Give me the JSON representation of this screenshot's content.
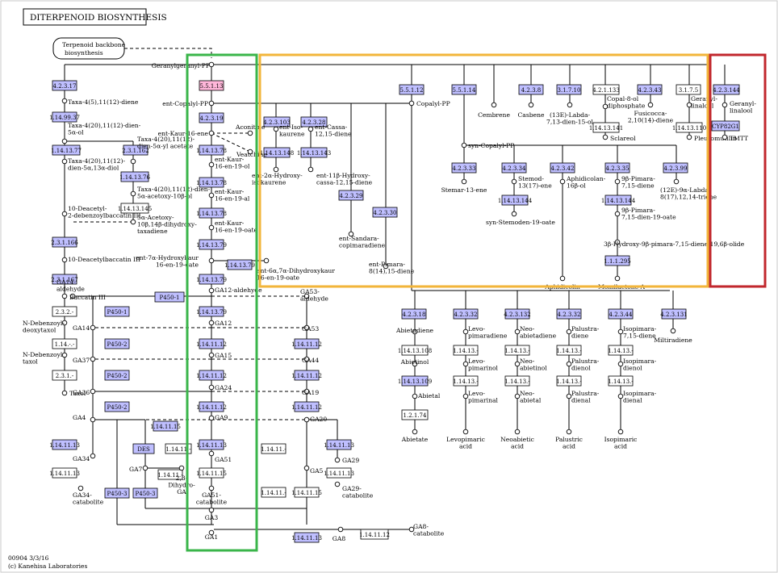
{
  "map": {
    "title": "DITERPENOID BIOSYNTHESIS",
    "map_id": "00904 3/3/16",
    "copyright": "(c) Kanehisa Laboratories",
    "colors": {
      "enzyme_fill": "#bfbfff",
      "enzyme_highlight_fill": "#ffb6d9",
      "enzyme_highlight_text": "#d0008a",
      "green_box": "#3ab54a",
      "orange_box": "#f2b53a",
      "red_box": "#c1272d"
    }
  },
  "pathway_links": {
    "terpenoid_backbone": [
      "Terpenoid backbone",
      "biosynthesis"
    ]
  },
  "compounds": {
    "ggpp": "Geranylgeranyl-PP",
    "ent_copalyl_pp": "ent-Copalyl-PP",
    "ent_kaur_ene": "ent-Kaur-16-ene",
    "aconitine": "Aconitine",
    "veatchine": "Veatchine",
    "ent_kaurenol": [
      "ent-Kaur-",
      "16-en-19-ol"
    ],
    "ent_kaurenal": [
      "ent-Kaur-",
      "16-en-19-al"
    ],
    "ent_kaurenoate": [
      "ent-Kaur-",
      "16-en-19-oate"
    ],
    "ent_7a_hydroxy": [
      "ent-7α-Hydroxykaur",
      "16-en-19-oate"
    ],
    "ent_6b7a": [
      "ent-6α,7α-Dihydroxykaur",
      "16-en-19-oate"
    ],
    "ga12_ald": "GA12-aldehyde",
    "ga12": "GA12",
    "ga15": "GA15",
    "ga24": "GA24",
    "ga9": "GA9",
    "ga53_ald": [
      "GA53-",
      "aldehyde"
    ],
    "ga53": "GA53",
    "ga44": "GA44",
    "ga19": "GA19",
    "ga20": "GA20",
    "ga14_ald": [
      "GA14-",
      "aldehyde"
    ],
    "ga14": "GA14",
    "ga37": "GA37",
    "ga36": "GA36",
    "ga4": "GA4",
    "ga34": "GA34",
    "ga34_cat": [
      "GA34-",
      "catabolite"
    ],
    "ga7": "GA7",
    "dihydro_ga": [
      "2,3-",
      "Dihydro-",
      "GA"
    ],
    "ga51": "GA51",
    "ga51_cat": [
      "GA51-",
      "catabolite"
    ],
    "ga3": "GA3",
    "ga1": "GA1",
    "ga5": "GA5",
    "ga29": "GA29",
    "ga29_cat": [
      "GA29-",
      "catabolite"
    ],
    "ga8": "GA8",
    "ga8_cat": [
      "GA8-",
      "catabolite"
    ],
    "taxadiene": "Taxa-4(5),11(12)-diene",
    "taxa_en_ol": [
      "Taxa-4(20),11(12)-dien-",
      "5α-ol"
    ],
    "taxa_diol": [
      "Taxa-4(20),11(12)-",
      "dien-5α,13α-diol"
    ],
    "taxa_acetate": [
      "Taxa-4(20),11(12)-",
      "dien-5α-yl acetate"
    ],
    "taxa_acetoxy": [
      "Taxa-4(20),11(12)-dien-",
      "5α-acetoxy-10β-ol"
    ],
    "deacetyl_baccatin": [
      "10-Deacetyl-",
      "2-debenzoylbaccatin III"
    ],
    "acetoxy_taxadiene": [
      "5α-Acetoxy-",
      "10β,14β-dihydroxy-",
      "taxadiene"
    ],
    "deacetylbaccatin": "10-Deacetylbaccatin III",
    "baccatin": "Baccatin III",
    "n_debenz_deoxy": [
      "N-Debenzoyl-",
      "deoxytaxol"
    ],
    "n_debenz_taxol": [
      "N-Debenzoyl",
      "taxol"
    ],
    "taxol": "Taxol",
    "ent_isokaurene": [
      "ent-Iso-",
      "kaurene"
    ],
    "ent_cassadiene": [
      "ent-Cassa-",
      "12,15-diene"
    ],
    "ent_2a_hydroxy": [
      "ent-2α-Hydroxy-",
      "isokaurene"
    ],
    "ent_11b": [
      "ent-11β-Hydroxy-",
      "cassa-12,15-diene"
    ],
    "ent_sandaracopimaradiene": [
      "ent-Sandara-",
      "copimaradiene"
    ],
    "ent_pimaradiene": [
      "ent-Pimara-",
      "8(14),15-diene"
    ],
    "copalyl_pp": "Copalyl-PP",
    "syn_copalyl_pp": "syn-Copalyl-PP",
    "cembrene": "Cembrene",
    "casbene": "Casbene",
    "labdadienol": [
      "(13E)-Labda-",
      "7,13-dien-15-ol"
    ],
    "copal_ol": [
      "Copal-8-ol",
      "diphosphate"
    ],
    "fusicocca": [
      "Fusicocca-",
      "2,10(14)-diene"
    ],
    "sclareol": "Sclareol",
    "geranyllinalool_mid": [
      "Geranyl-",
      "linalool"
    ],
    "pleuromutilin": "Pleuromutilin",
    "geranyllinalool": [
      "Geranyl-",
      "linalool"
    ],
    "tmtt": "TMTT",
    "stemar": "Stemar-13-ene",
    "stemod": [
      "Stemod-",
      "13(17)-ene"
    ],
    "syn_stemoden": "syn-Stemoden-19-oate",
    "aphidicolan": [
      "Aphidicolan-",
      "16β-ol"
    ],
    "aphidicolin": "Aphidicolin",
    "pimaradiene_9b": [
      "9β-Pimara-",
      "7,15-diene"
    ],
    "pimaradienoate": [
      "9β-Pimara-",
      "7,15-dien-19-oate"
    ],
    "hydroxy_pimara": "3β-Hydroxy-9β-pimara-7,15-diene-19,6β-olide",
    "momilactone": "Momilactone A",
    "labdatriene": [
      "(12E)-9α-Labda-",
      "8(17),12,14-triene"
    ],
    "abietadiene": "Abietadiene",
    "abietinol": "Abietinol",
    "abietal": "Abietal",
    "abietate": "Abietate",
    "levopimaradiene": [
      "Levo-",
      "pimaradiene"
    ],
    "levopimarinol": [
      "Levo-",
      "pimarinol"
    ],
    "levopimarinal": [
      "Levo-",
      "pimarinal"
    ],
    "levopimaric": [
      "Levopimaric",
      "acid"
    ],
    "neoabietadiene": [
      "Neo-",
      "abietadiene"
    ],
    "neoabietinol": [
      "Neo-",
      "abietinol"
    ],
    "neoabietal": [
      "Neo-",
      "abietal"
    ],
    "neoabietic": [
      "Neoabietic",
      "acid"
    ],
    "palustradiene": [
      "Palustra-",
      "diene"
    ],
    "palustradienol": [
      "Palustra-",
      "dienol"
    ],
    "palustradienal": [
      "Palustra-",
      "dienal"
    ],
    "palustric": [
      "Palustric",
      "acid"
    ],
    "isopimaradiene": [
      "Isopimara-",
      "7,15-diene"
    ],
    "isopimaradienol": [
      "Isopimara-",
      "dienol"
    ],
    "isopimaradienal": [
      "Isopimara-",
      "dienal"
    ],
    "isopimaric": [
      "Isopimaric",
      "acid"
    ],
    "miltiradiene": "Miltiradiene"
  },
  "enzymes": {
    "e42317": "4.2.3.17",
    "e551_13": "5.5.1.13",
    "e114_9737": "1.14.99.37",
    "e114_13_77": "1.14.13.77",
    "e231_162": "2.3.1.162",
    "e114_13_76": "1.14.13.76",
    "e114_13_145": "1.14.13.145",
    "e231_166": "2.3.1.166",
    "e231_167": "2.3.1.167",
    "e232": "2.3.2.-",
    "e114_dots": "1.14.-.-",
    "e231_dots": "2.3.1.-",
    "e42319": "4.2.3.19",
    "e114_1378_a": "1.14.13.78",
    "e114_1378_b": "1.14.13.78",
    "e114_1378_c": "1.14.13.78",
    "e114_1379_a": "1.14.13.79",
    "e114_1379_b": "1.14.13.79",
    "e114_1379_c": "1.14.13.79",
    "e114_1379_d": "1.14.13.79",
    "p450_1_a": "P450-1",
    "p450_1_b": "P450-1",
    "p450_2_a": "P450-2",
    "p450_2_b": "P450-2",
    "p450_2_c": "P450-2",
    "p450_2_d": "P450-2",
    "p450_3_a": "P450-3",
    "p450_3_b": "P450-3",
    "des": "DES",
    "e11411_12_a": "1.14.11.12",
    "e11411_12_b": "1.14.11.12",
    "e11411_12_c": "1.14.11.12",
    "e11411_12_d": "1.14.11.12",
    "e11411_12_e": "1.14.11.12",
    "e11411_12_f": "1.14.11.12",
    "e11411_12_g": "1.14.11.12",
    "e11411_12_h": "1.14.11.12",
    "e11411_15_a": "1.14.11.15",
    "e11411_15_b": "1.14.11.15",
    "e11411_15_c": "1.14.11.15",
    "e11411_13_a": "1.14.11.13",
    "e11411_13_b": "1.14.11.13",
    "e11411_13_c": "1.14.11.13",
    "e11411_13_d": "1.14.11.13",
    "e11411_13_e": "1.14.11.13",
    "e11411_13_f": "1.14.11.13",
    "e11411_dots_a": "1.14.11.-",
    "e11411_dots_b": "1.14.11.-",
    "e11411_dots_c": "1.14.11.-",
    "e11411_dots_d": "1.14.11.-",
    "e42_3_103": "4.2.3.103",
    "e42_3_28": "4.2.3.28",
    "e42_3_29": "4.2.3.29",
    "e42_3_30": "4.2.3.30",
    "e114_13_148": "1.14.13.148",
    "e114_13_143": "1.14.13.143",
    "e551_12": "5.5.1.12",
    "e551_14": "5.5.1.14",
    "e4238": "4.2.3.8",
    "e31718": "3.1.7.10",
    "e421133": "4.2.1.133",
    "e42343": "4.2.3.43",
    "e3175": "3.1.7.5",
    "e114_13_141": "1.14.13.141",
    "e114_13_110": "1.14.13.110",
    "e42144": "4.2.3.144",
    "cyp82g1": "CYP82G1",
    "e42333": "4.2.3.33",
    "e42334": "4.2.3.34",
    "e42342": "4.2.3.42",
    "e42335": "4.2.3.35",
    "e42399": "4.2.3.99",
    "e114_13_144a": "1.14.13.144",
    "e114_13_144b": "1.14.13.144",
    "e1131295": "1.1.1.295",
    "e42318": "4.2.3.18",
    "e42332_a": "4.2.3.32",
    "e42332_b": "4.2.3.32",
    "e423132": "4.2.3.132",
    "e42344": "4.2.3.44",
    "e423131": "4.2.3.131",
    "e114_13_108": "1.14.13.108",
    "e114_13_109": "1.14.13.109",
    "e12174": "1.2.1.74",
    "e11413_dots_1": "1.14.13.-",
    "e11413_dots_2": "1.14.13.-",
    "e11413_dots_3": "1.14.13.-",
    "e11413_dots_4": "1.14.13.-",
    "e11413_dots_5": "1.14.13.-",
    "e11413_dots_6": "1.14.13.-",
    "e11413_dots_7": "1.14.13.-",
    "e11413_dots_8": "1.14.13.-",
    "e11413_dots_9": "1.14.13.-",
    "e11413_dots_10": "1.14.13.-",
    "e11413_dots_11": "1.14.13.-",
    "e11413_dots_12": "1.14.13.-"
  }
}
